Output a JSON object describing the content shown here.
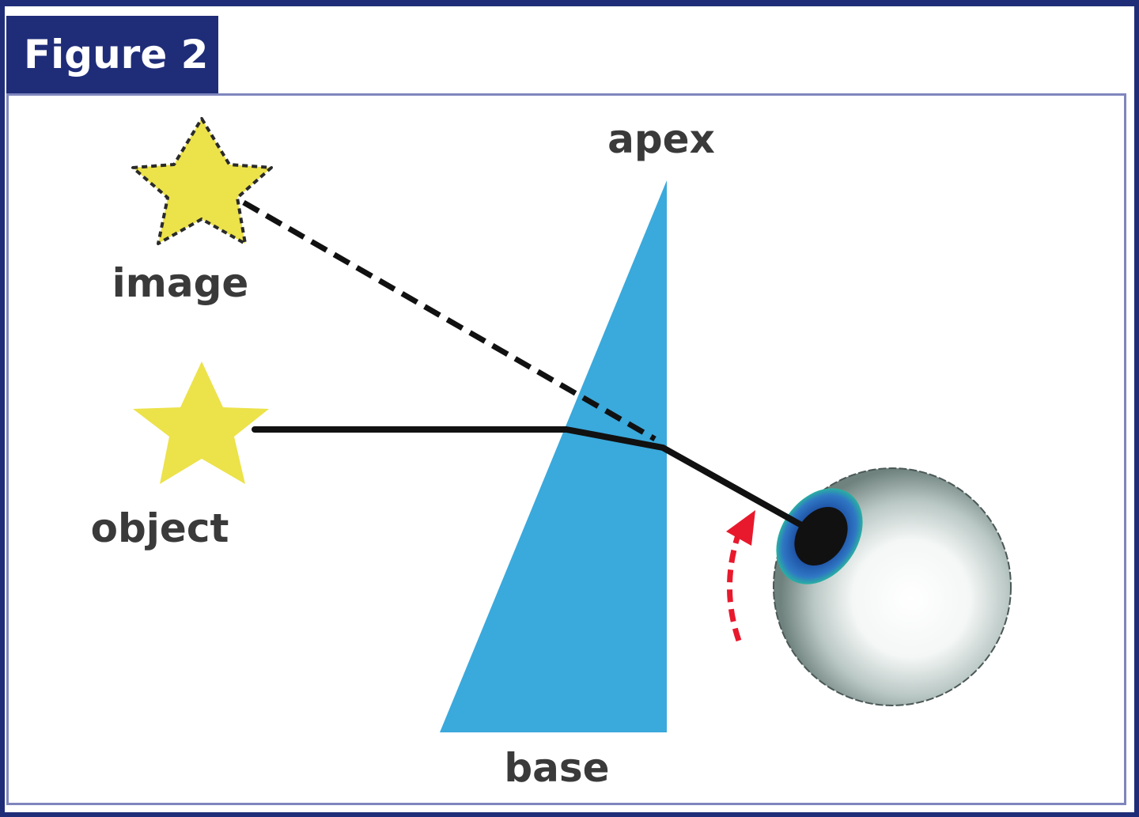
{
  "figure": {
    "tab_label": "Figure 2"
  },
  "labels": {
    "apex": "apex",
    "base": "base",
    "image": "image",
    "object": "object"
  },
  "colors": {
    "frame": "#1f2d78",
    "panel_border": "#7f86bd",
    "prism": "#3aa9dc",
    "star": "#ece24a",
    "star_outline": "#2a2a2a",
    "ray": "#111111",
    "rotation_arrow": "#e8192c",
    "iris": "#2f66b3",
    "iris_rim": "#2aa6a0",
    "pupil": "#111111"
  },
  "icons": {
    "object_star": "star-icon",
    "image_star": "dashed-star-icon",
    "eye": "eyeball-icon",
    "rotation": "curved-arrow-icon"
  }
}
